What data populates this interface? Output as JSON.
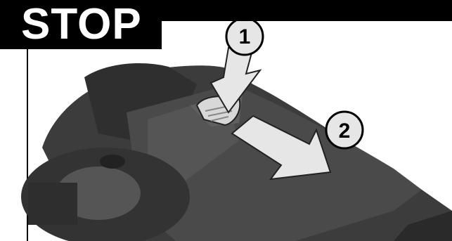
{
  "figure": {
    "title": "STOP",
    "steps": [
      "1",
      "2"
    ]
  },
  "colors": {
    "background": "#ffffff",
    "band": "#000000",
    "tool_dark": "#3a3a3a",
    "tool_mid": "#4b4b4b",
    "arrow_fill": "#e6e6e6"
  }
}
